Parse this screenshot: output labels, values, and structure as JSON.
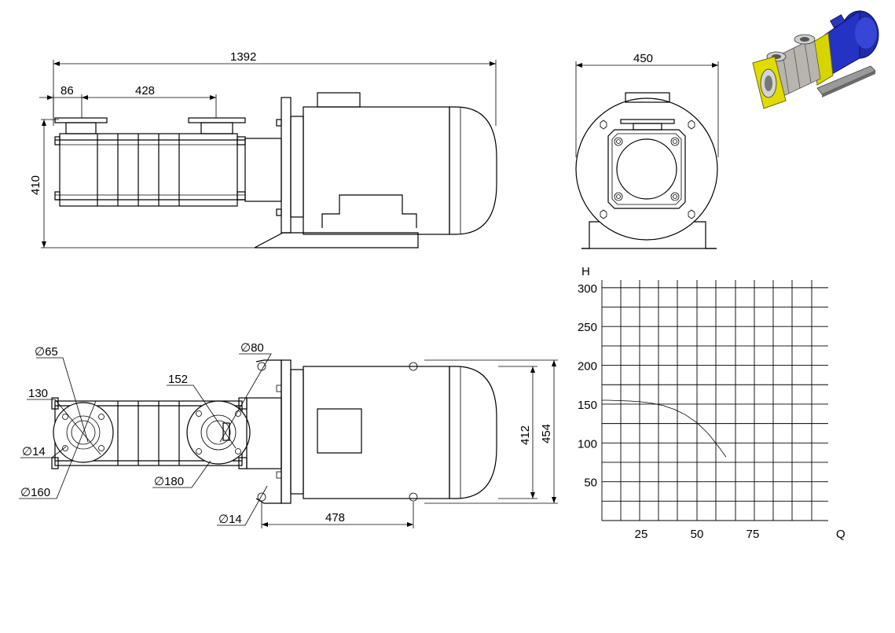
{
  "dimensions": {
    "overall_length": "1392",
    "port_offset": "86",
    "port_spacing": "428",
    "height_side": "410",
    "width_front": "450",
    "suction_dia": "∅65",
    "discharge_dia": "∅80",
    "suction_bolt_circle": "130",
    "discharge_bolt_circle": "152",
    "suction_hole_dia": "∅14",
    "suction_flange_dia": "∅160",
    "discharge_flange_dia": "∅180",
    "base_hole_dia": "∅14",
    "base_hole_spacing": "478",
    "base_width_inner": "412",
    "base_width_outer": "454"
  },
  "chart_data": {
    "type": "line",
    "xlabel": "Q",
    "ylabel": "H",
    "x_ticks": [
      25,
      50,
      75
    ],
    "y_ticks": [
      50,
      100,
      150,
      200,
      250,
      300
    ],
    "xlim": [
      0,
      100
    ],
    "ylim": [
      0,
      310
    ],
    "grid": true,
    "series": [
      {
        "x": [
          0,
          5,
          10,
          15,
          20,
          25,
          30,
          35,
          40,
          45,
          50,
          55,
          60,
          63
        ],
        "y": [
          155,
          155,
          155,
          154.5,
          154,
          153,
          151,
          148,
          143,
          136,
          126,
          112,
          94,
          82
        ]
      }
    ]
  }
}
